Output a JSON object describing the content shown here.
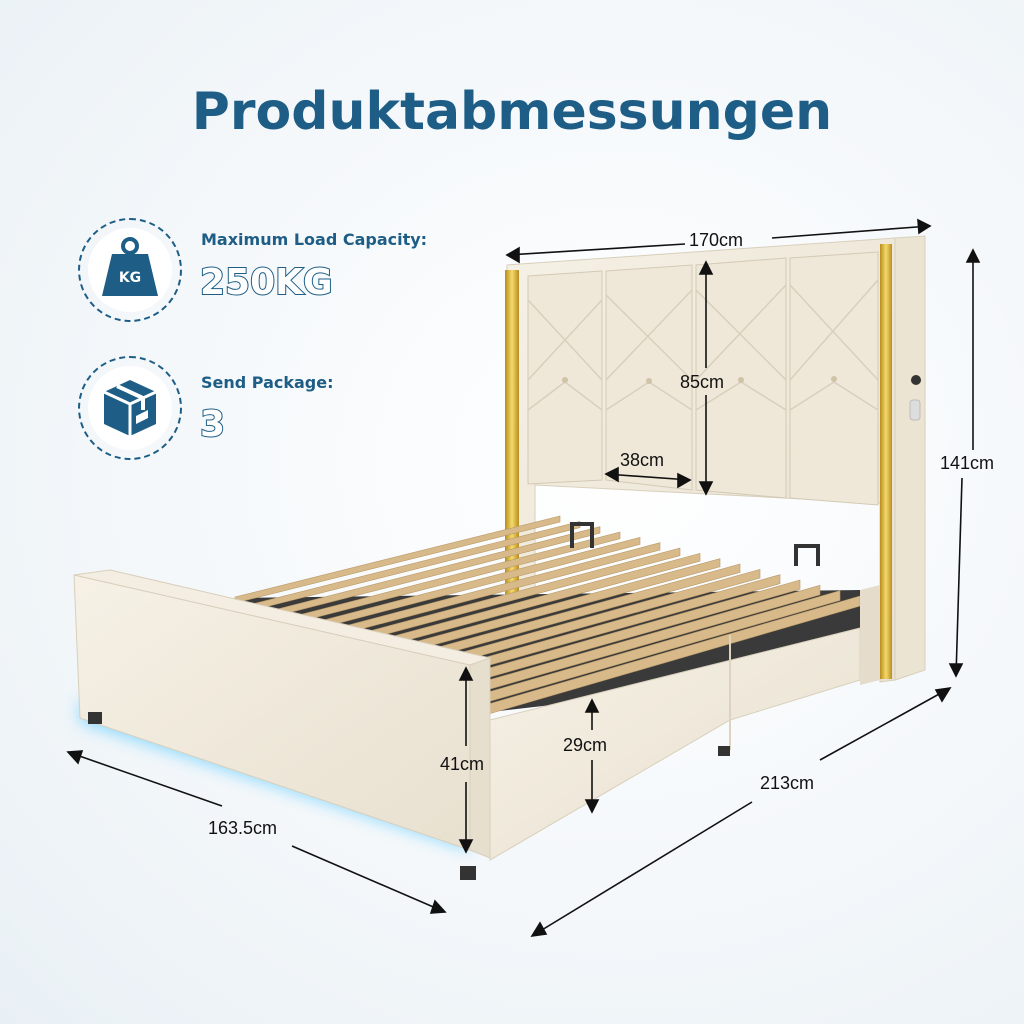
{
  "title": "Produktabmessungen",
  "specs": [
    {
      "label": "Maximum Load Capacity:",
      "value": "250KG",
      "icon": "weight-kg-icon",
      "icon_text": "KG"
    },
    {
      "label": "Send Package:",
      "value": "3",
      "icon": "package-box-icon"
    }
  ],
  "dimensions": {
    "headboard_width": "170cm",
    "headboard_height": "85cm",
    "panel_width": "38cm",
    "total_height": "141cm",
    "footboard_height": "41cm",
    "side_rail_height": "29cm",
    "length": "213cm",
    "width": "163.5cm"
  },
  "colors": {
    "brand": "#1d5d86",
    "upholstery": "#f1ebdd",
    "gold_trim": "#d9b23a",
    "led_glow": "#6fd0ff",
    "slats": "#d8b98a"
  }
}
